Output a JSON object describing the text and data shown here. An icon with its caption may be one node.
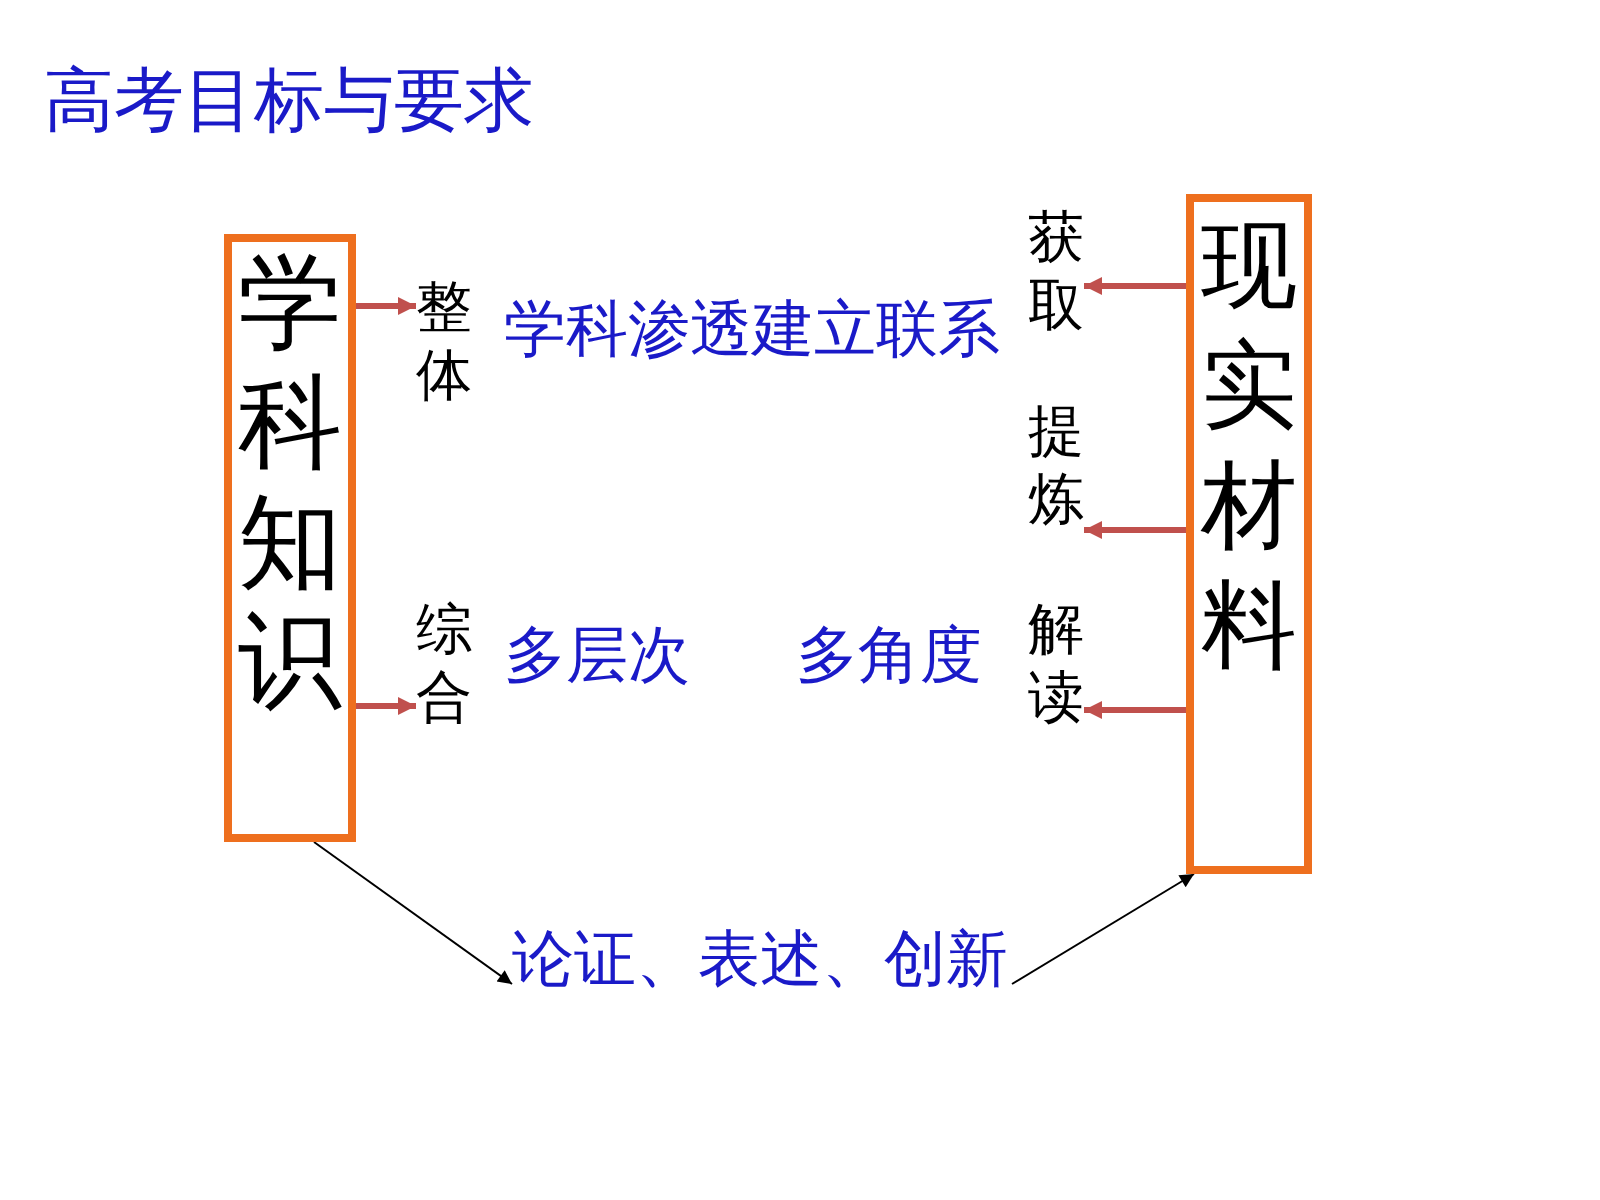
{
  "diagram": {
    "title": "高考目标与要求",
    "nodes": [
      {
        "text": [
          "学科知识"
        ]
      },
      {
        "text": [
          "整体"
        ]
      },
      {
        "text": [
          "综合"
        ]
      },
      {
        "text": [
          "现实材料"
        ]
      },
      {
        "text": [
          "获取"
        ]
      },
      {
        "text": [
          "提炼"
        ]
      },
      {
        "text": [
          "解读"
        ]
      },
      {
        "text": [
          "论证、表述、创新"
        ]
      }
    ],
    "edges": [
      {
        "from": 0,
        "to": 1,
        "arrow": "to"
      },
      {
        "from": 0,
        "to": 2,
        "arrow": "to"
      },
      {
        "from": 3,
        "to": 4,
        "arrow": "to"
      },
      {
        "from": 3,
        "to": 5,
        "arrow": "to"
      },
      {
        "from": 3,
        "to": 6,
        "arrow": "to"
      },
      {
        "from": 0,
        "to": 7,
        "arrow": "to",
        "color": "#000000"
      },
      {
        "from": 7,
        "to": 3,
        "arrow": "to",
        "color": "#000000"
      }
    ],
    "labels": [
      "学科渗透建立联系",
      "多层次",
      "多角度"
    ]
  }
}
